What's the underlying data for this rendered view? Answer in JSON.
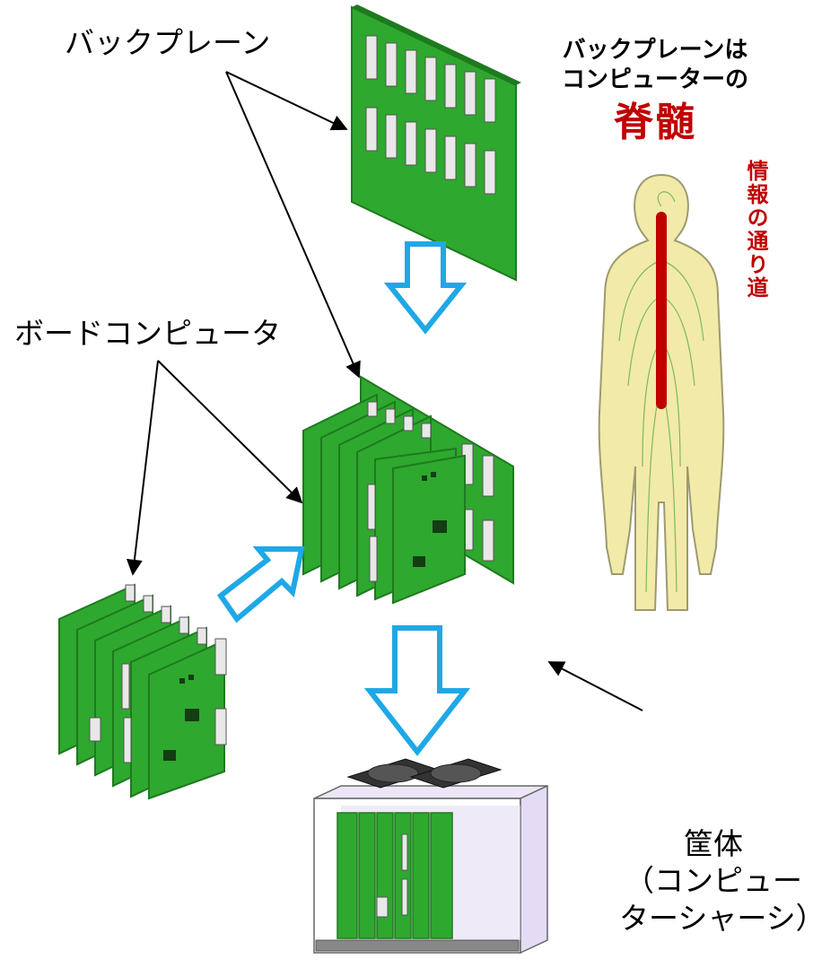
{
  "labels": {
    "backplane": "バックプレーン",
    "board_computer": "ボードコンピュータ",
    "chassis_line1": "筐体",
    "chassis_line2": "（コンピュー",
    "chassis_line3": "ターシャーシ）"
  },
  "tagline": {
    "line1": "バックプレーンは",
    "line2": "コンピューターの",
    "emphasis": "脊髄",
    "vertical": "情報の通り道"
  },
  "colors": {
    "board_green": "#2ea82e",
    "board_dark": "#1e7a1e",
    "arrow_blue": "#1fa8e6",
    "accent_red": "#c00000",
    "chassis_purple": "#e4dcf4",
    "body_skin": "#f2eaa8",
    "nerve_green": "#5fae4a"
  },
  "icons": [
    "arrow-down-icon",
    "arrow-diagonal-icon",
    "human-body-icon",
    "fan-icon"
  ]
}
